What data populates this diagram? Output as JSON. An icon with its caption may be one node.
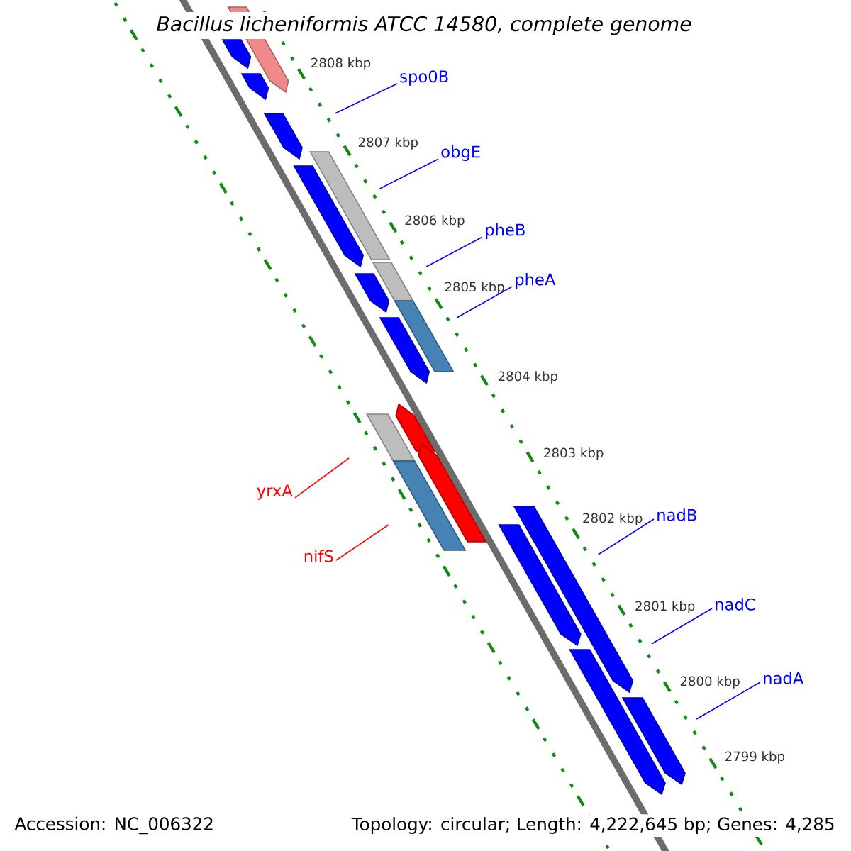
{
  "diagram": {
    "title": "Bacillus licheniformis ATCC 14580, complete genome",
    "nodes": [
      {
        "text": [
          "spo0B"
        ]
      },
      {
        "text": [
          "obgE"
        ]
      },
      {
        "text": [
          "pheB"
        ]
      },
      {
        "text": [
          "pheA"
        ]
      },
      {
        "text": [
          "yrxA"
        ]
      },
      {
        "text": [
          "nadB"
        ]
      },
      {
        "text": [
          "nifS"
        ]
      },
      {
        "text": [
          "nadC"
        ]
      },
      {
        "text": [
          "nadA"
        ]
      }
    ],
    "edges": [
      {
        "from": 0,
        "to": null,
        "arrow": "none"
      },
      {
        "from": 1,
        "to": null,
        "arrow": "none"
      },
      {
        "from": 2,
        "to": null,
        "arrow": "none"
      },
      {
        "from": 3,
        "to": null,
        "arrow": "none"
      },
      {
        "from": 4,
        "to": null,
        "arrow": "none",
        "color": "#ff0000"
      },
      {
        "from": 5,
        "to": null,
        "arrow": "none"
      },
      {
        "from": 6,
        "to": null,
        "arrow": "none",
        "color": "#ff0000"
      },
      {
        "from": 7,
        "to": null,
        "arrow": "none"
      },
      {
        "from": 8,
        "to": null,
        "arrow": "none"
      }
    ],
    "labels": [
      "2808 kbp",
      "2807 kbp",
      "2806 kbp",
      "2805 kbp",
      "2804 kbp",
      "2803 kbp",
      "2802 kbp",
      "2801 kbp",
      "2800 kbp",
      "2799 kbp",
      "Accession: NC_006322",
      "Topology: circular; Length: 4,222,645 bp; Genes: 4,285"
    ]
  }
}
